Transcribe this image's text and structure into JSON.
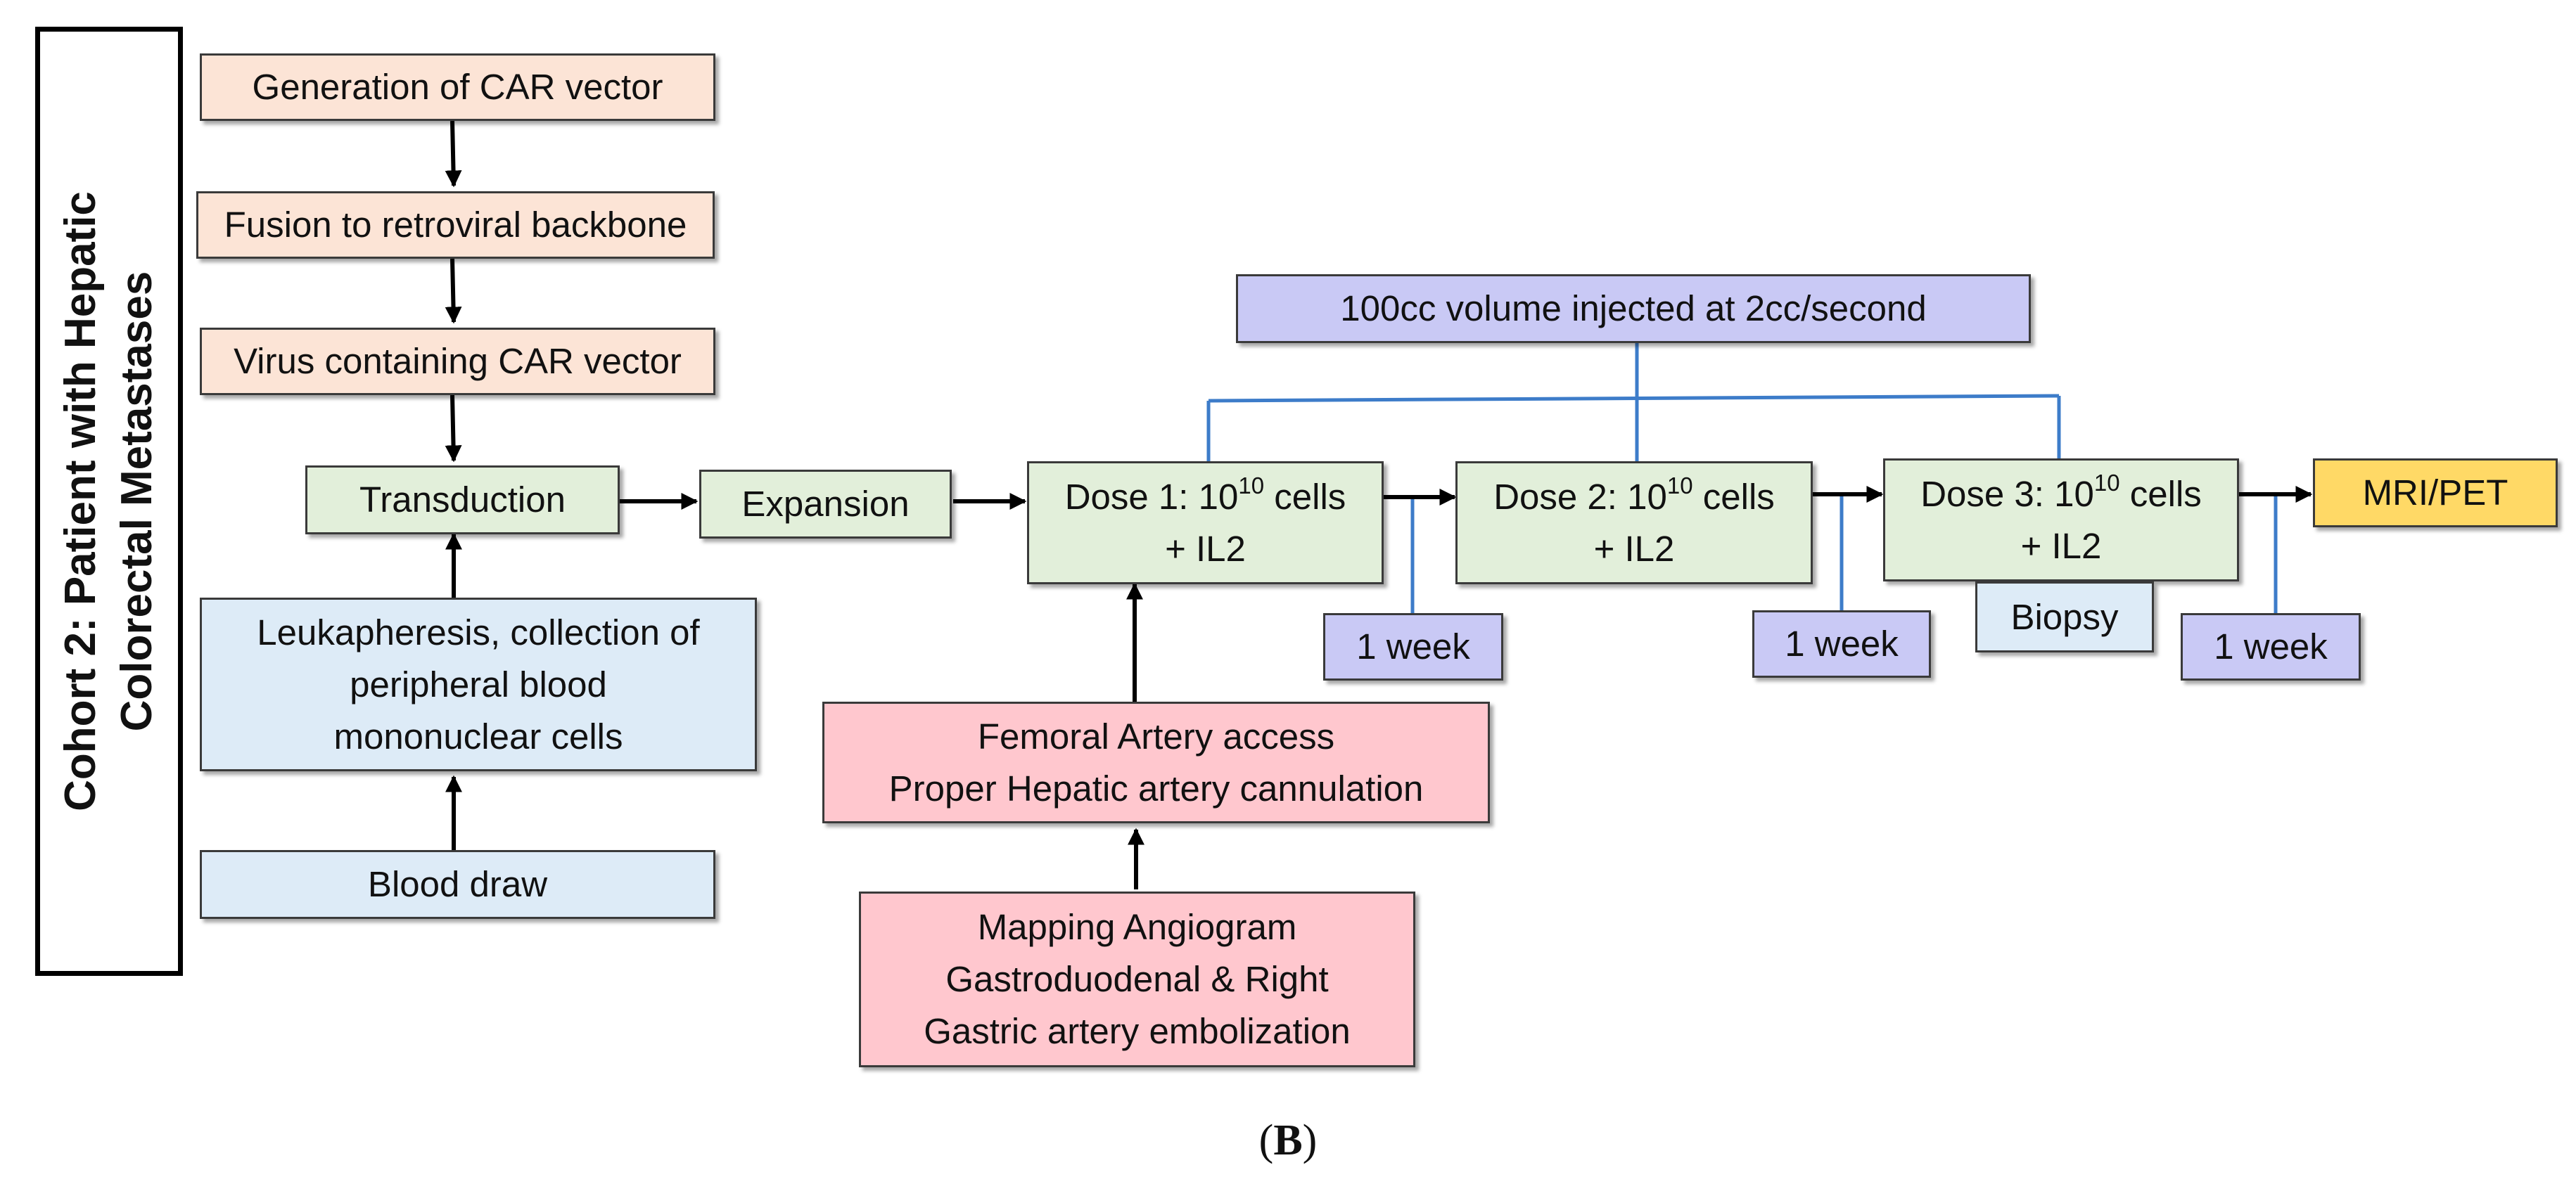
{
  "cohort_label": {
    "line1": "Cohort 2: Patient with Hepatic",
    "line2": "Colorectal Metastases"
  },
  "steps": {
    "car_vector": "Generation of CAR vector",
    "fusion": "Fusion to retroviral backbone",
    "virus": "Virus containing CAR vector",
    "transduction": "Transduction",
    "leukapheresis": {
      "line1": "Leukapheresis, collection of",
      "line2": "peripheral blood",
      "line3": "mononuclear cells"
    },
    "blood_draw": "Blood draw",
    "expansion": "Expansion",
    "injection_volume": "100cc volume injected at 2cc/second",
    "dose1": {
      "prefix": "Dose 1: 10",
      "exponent": "10",
      "suffix": " cells",
      "line2": "+ IL2"
    },
    "dose2": {
      "prefix": "Dose 2: 10",
      "exponent": "10",
      "suffix": " cells",
      "line2": "+ IL2"
    },
    "dose3": {
      "prefix": "Dose 3: 10",
      "exponent": "10",
      "suffix": " cells",
      "line2": "+ IL2"
    },
    "mri_pet": "MRI/PET",
    "week1": "1 week",
    "week2": "1 week",
    "week3": "1 week",
    "biopsy": "Biopsy",
    "femoral": {
      "line1": "Femoral Artery access",
      "line2": "Proper Hepatic artery cannulation"
    },
    "mapping": {
      "line1": "Mapping Angiogram",
      "line2": "Gastroduodenal & Right",
      "line3": "Gastric artery embolization"
    }
  },
  "caption": {
    "open": "(",
    "letter": "B",
    "close": ")"
  },
  "colors": {
    "orange_fill": "#fce4d6",
    "green_fill": "#e2efda",
    "blue_fill": "#ddebf7",
    "purple_fill": "#c9c9f5",
    "pink_fill": "#ffc7ce",
    "yellow_fill": "#ffd966",
    "connector_blue": "#3d7cc9",
    "arrow_black": "#000000"
  }
}
